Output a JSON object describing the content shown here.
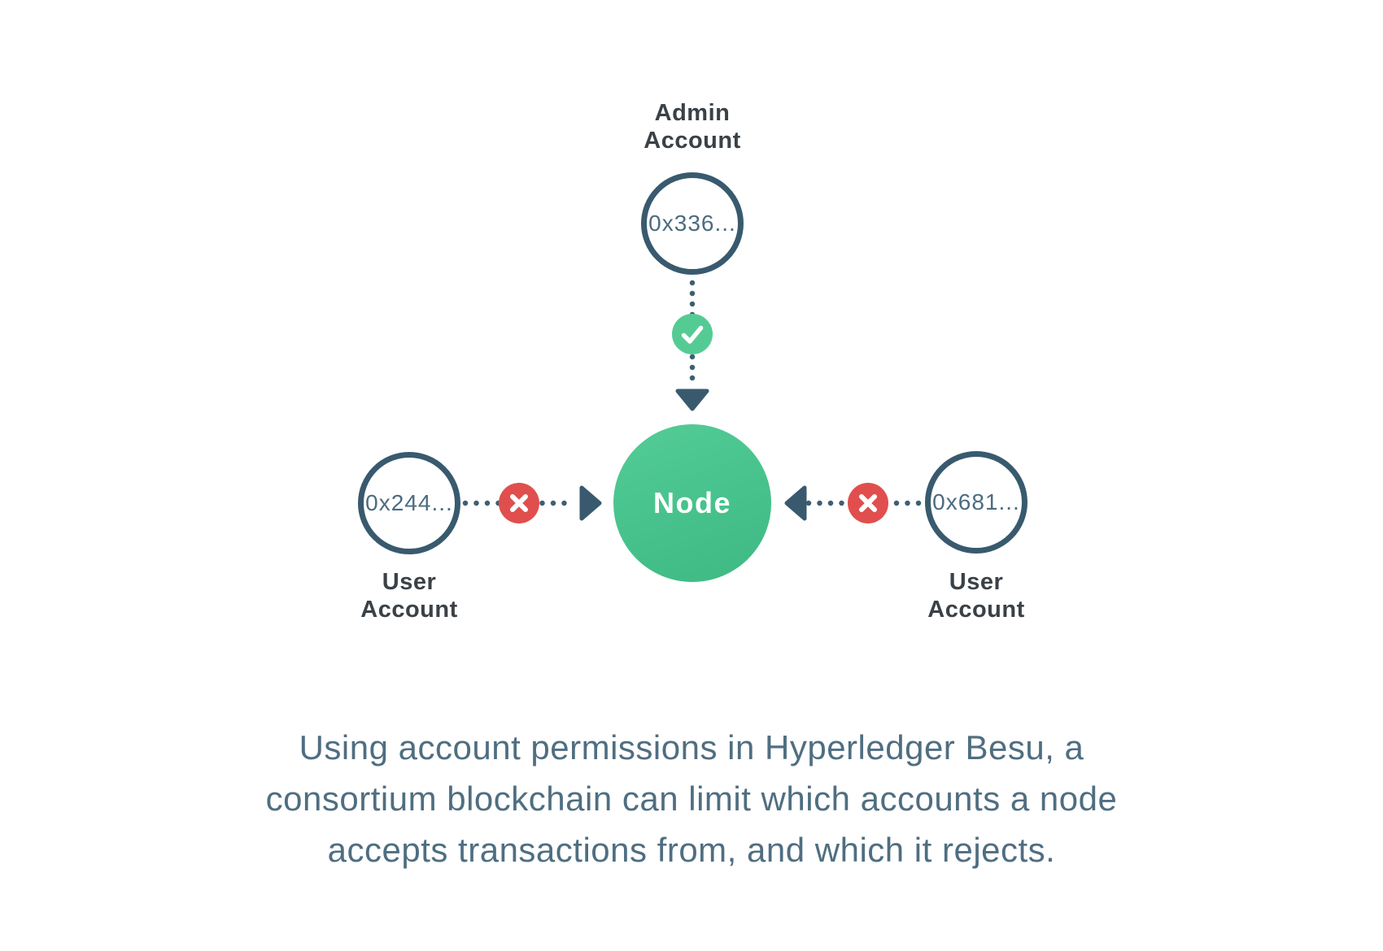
{
  "diagram": {
    "admin_account": {
      "label_line1": "Admin",
      "label_line2": "Account",
      "address": "0x336...",
      "permission": "accepted"
    },
    "node": {
      "label": "Node"
    },
    "user_account_left": {
      "label_line1": "User",
      "label_line2": "Account",
      "address": "0x244...",
      "permission": "rejected"
    },
    "user_account_right": {
      "label_line1": "User",
      "label_line2": "Account",
      "address": "0x681...",
      "permission": "rejected"
    }
  },
  "caption": {
    "line1": "Using account permissions in Hyperledger Besu, a",
    "line2": "consortium blockchain can limit which accounts a node",
    "line3": "accepts transactions from, and which it rejects."
  },
  "colors": {
    "background": "#FFFFFF",
    "outline_slate": "#395A6E",
    "dot_slate": "#3E5E72",
    "label_dark": "#3A4147",
    "address_slate": "#4C6C80",
    "caption_slate": "#4F6E81",
    "node_green_top": "#53CC96",
    "node_green_bottom": "#3EB984",
    "allow_green": "#55CB94",
    "deny_red": "#E04F4E"
  }
}
